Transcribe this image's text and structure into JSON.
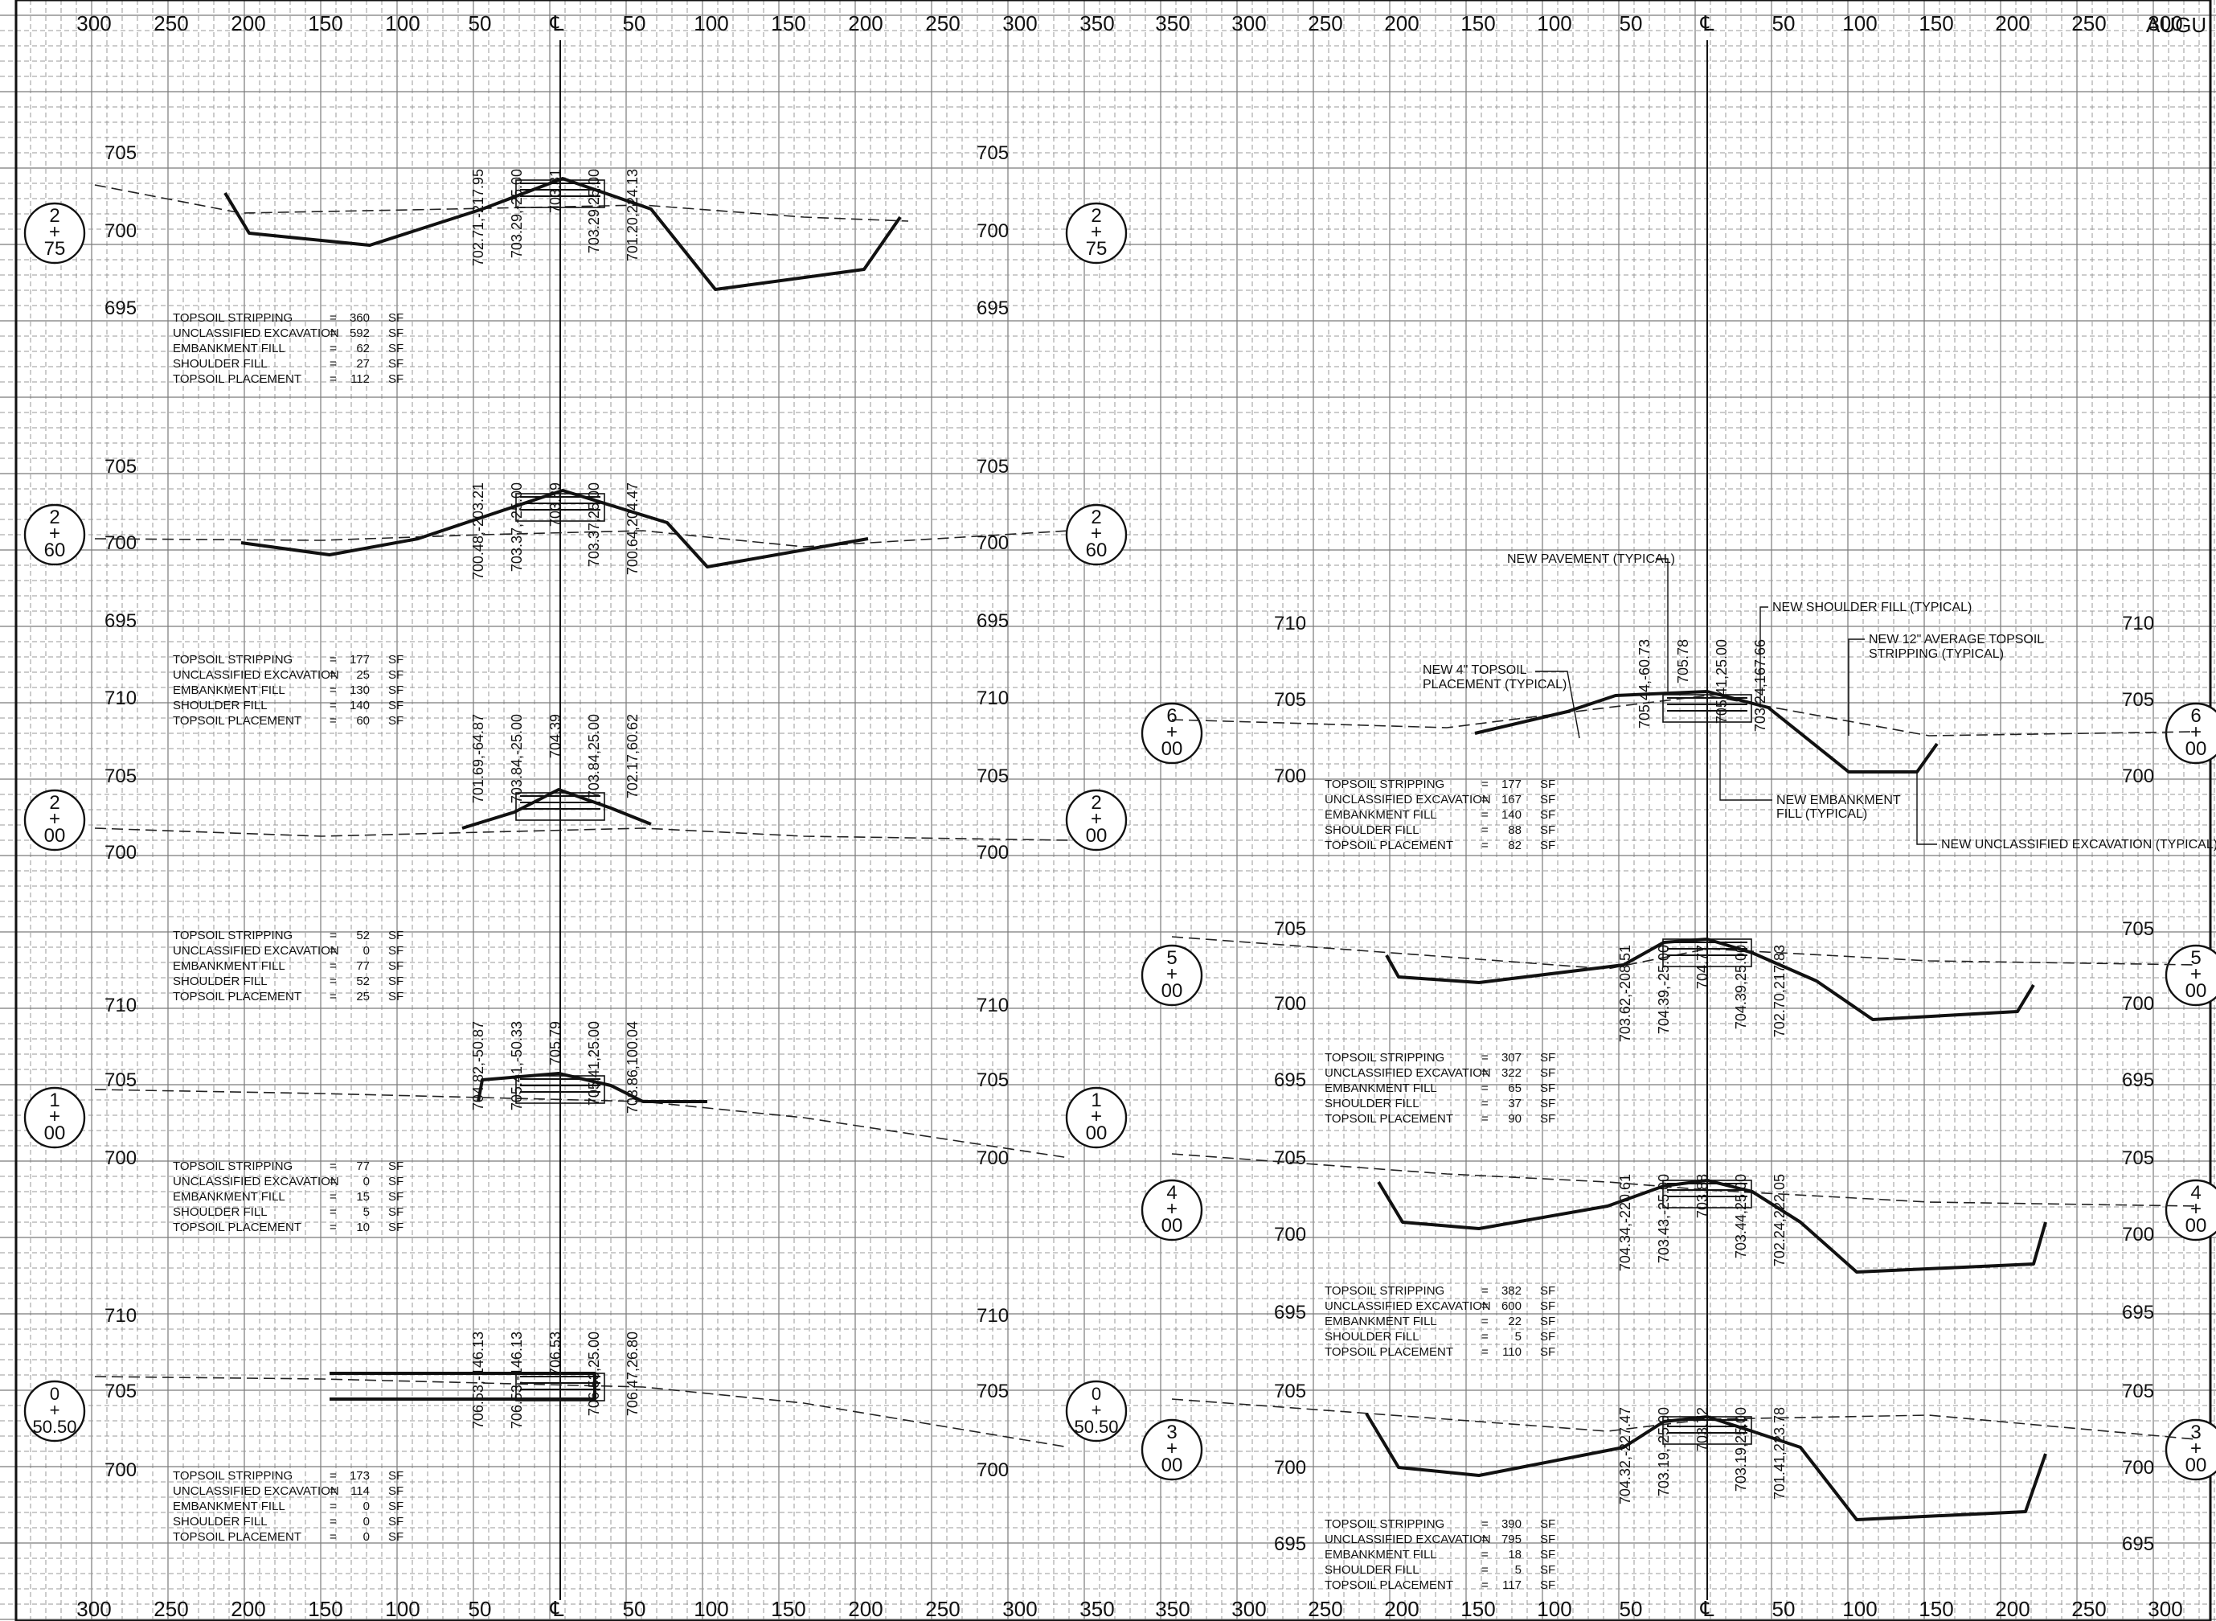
{
  "sheet": {
    "corner_text": "AUGU",
    "cl_symbol": "℄"
  },
  "offset_ticks_left": [
    "300",
    "250",
    "200",
    "150",
    "100",
    "50",
    "℄",
    "50",
    "100",
    "150",
    "200",
    "250",
    "300",
    "350"
  ],
  "offset_ticks_right": [
    "350",
    "300",
    "250",
    "200",
    "150",
    "100",
    "50",
    "℄",
    "50",
    "100",
    "150",
    "200",
    "250",
    "300"
  ],
  "quantity_labels": {
    "topsoil_stripping": "TOPSOIL STRIPPING",
    "unclassified_excavation": "UNCLASSIFIED EXCAVATION",
    "embankment_fill": "EMBANKMENT FILL",
    "shoulder_fill": "SHOULDER FILL",
    "topsoil_placement": "TOPSOIL PLACEMENT",
    "equals": "=",
    "unit": "SF"
  },
  "callouts": {
    "new_pavement": "NEW PAVEMENT (TYPICAL)",
    "new_topsoil_placement_1": "NEW 4\" TOPSOIL",
    "new_topsoil_placement_2": "PLACEMENT (TYPICAL)",
    "new_shoulder_fill": "NEW SHOULDER FILL (TYPICAL)",
    "new_topsoil_stripping_1": "NEW 12\" AVERAGE TOPSOIL",
    "new_topsoil_stripping_2": "STRIPPING (TYPICAL)",
    "new_embankment_1": "NEW EMBANKMENT",
    "new_embankment_2": "FILL (TYPICAL)",
    "new_unclassified": "NEW UNCLASSIFIED EXCAVATION (TYPICAL)"
  },
  "sections": [
    {
      "id": "2+75",
      "station_lines": [
        "2",
        "+",
        "75"
      ],
      "elev_labels": [
        "705",
        "700",
        "695"
      ],
      "quantities": [
        "360",
        "592",
        "62",
        "27",
        "112"
      ],
      "annotations": [
        "702.71,-217.95",
        "703.29,-25.00",
        "703.81",
        "703.29,25.00",
        "701.20,224.13"
      ]
    },
    {
      "id": "2+60",
      "station_lines": [
        "2",
        "+",
        "60"
      ],
      "elev_labels": [
        "705",
        "700",
        "695"
      ],
      "quantities": [
        "177",
        "25",
        "130",
        "140",
        "60"
      ],
      "annotations": [
        "700.48,-203.21",
        "703.37,-25.00",
        "703.89",
        "703.37,25.00",
        "700.64,204.47"
      ]
    },
    {
      "id": "2+00",
      "station_lines": [
        "2",
        "+",
        "00"
      ],
      "elev_labels": [
        "710",
        "705",
        "700"
      ],
      "quantities": [
        "52",
        "0",
        "77",
        "52",
        "25"
      ],
      "annotations": [
        "701.69,-64.87",
        "703.84,-25.00",
        "704.39",
        "703.84,25.00",
        "702.17,60.62"
      ]
    },
    {
      "id": "1+00",
      "station_lines": [
        "1",
        "+",
        "00"
      ],
      "elev_labels": [
        "710",
        "705",
        "700"
      ],
      "quantities": [
        "77",
        "0",
        "15",
        "5",
        "10"
      ],
      "annotations": [
        "704.82,-50.87",
        "705.41,-50.33",
        "705.79",
        "705.41,25.00",
        "703.86,100.04"
      ]
    },
    {
      "id": "0+50.50",
      "station_lines": [
        "0",
        "+",
        "50.50"
      ],
      "elev_labels": [
        "710",
        "705",
        "700"
      ],
      "quantities": [
        "173",
        "114",
        "0",
        "0",
        "0"
      ],
      "annotations": [
        "706.53,-146.13",
        "706.53,-146.13",
        "706.53",
        "706.53,25.00",
        "706.47,26.80"
      ]
    },
    {
      "id": "6+00",
      "station_lines": [
        "6",
        "+",
        "00"
      ],
      "elev_labels": [
        "710",
        "705",
        "700"
      ],
      "quantities": [
        "177",
        "167",
        "140",
        "88",
        "82"
      ],
      "annotations": [
        "705.44,-60.73",
        "705.78",
        "705.41,25.00",
        "703.24,167.66"
      ]
    },
    {
      "id": "5+00",
      "station_lines": [
        "5",
        "+",
        "00"
      ],
      "elev_labels": [
        "705",
        "700",
        "695"
      ],
      "quantities": [
        "307",
        "322",
        "65",
        "37",
        "90"
      ],
      "annotations": [
        "703.62,-208.51",
        "704.39,-25.00",
        "704.77",
        "704.39,25.00",
        "702.70,217.83"
      ]
    },
    {
      "id": "4+00",
      "station_lines": [
        "4",
        "+",
        "00"
      ],
      "elev_labels": [
        "705",
        "700",
        "695"
      ],
      "quantities": [
        "382",
        "600",
        "22",
        "5",
        "110"
      ],
      "annotations": [
        "704.34,-220.61",
        "703.43,-25.00",
        "703.88",
        "703.44,25.00",
        "702.24,222.05"
      ]
    },
    {
      "id": "3+00",
      "station_lines": [
        "3",
        "+",
        "00"
      ],
      "elev_labels": [
        "705",
        "700",
        "695"
      ],
      "quantities": [
        "390",
        "795",
        "18",
        "5",
        "117"
      ],
      "annotations": [
        "704.32,-227.47",
        "703.19,-25.00",
        "703.72",
        "703.19,25.00",
        "701.41,223.78"
      ]
    }
  ]
}
